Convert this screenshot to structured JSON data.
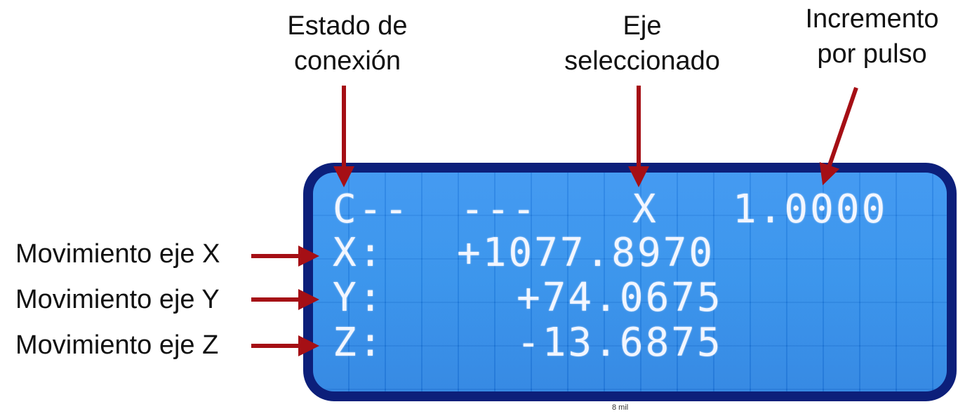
{
  "callouts": {
    "connection_status": [
      "Estado de",
      "conexión"
    ],
    "selected_axis": [
      "Eje",
      "seleccionado"
    ],
    "increment": [
      "Incremento",
      "por pulso"
    ]
  },
  "side_labels": {
    "x_motion": "Movimiento eje X",
    "y_motion": "Movimiento eje Y",
    "z_motion": "Movimiento eje Z"
  },
  "lcd": {
    "status_row": {
      "connection": "C--",
      "flags": "---",
      "axis": "X",
      "increment": "1.0000"
    },
    "x_row": {
      "label": "X:",
      "value": "+1077.8970"
    },
    "y_row": {
      "label": "Y:",
      "value": "+74.0675"
    },
    "z_row": {
      "label": "Z:",
      "value": "-13.6875"
    }
  },
  "caption": "8 mil",
  "colors": {
    "arrow": "#a50f15",
    "lcd_background": "#2a86ec",
    "lcd_bezel": "#0c1f7a",
    "lcd_text": "#f2f6ff"
  }
}
